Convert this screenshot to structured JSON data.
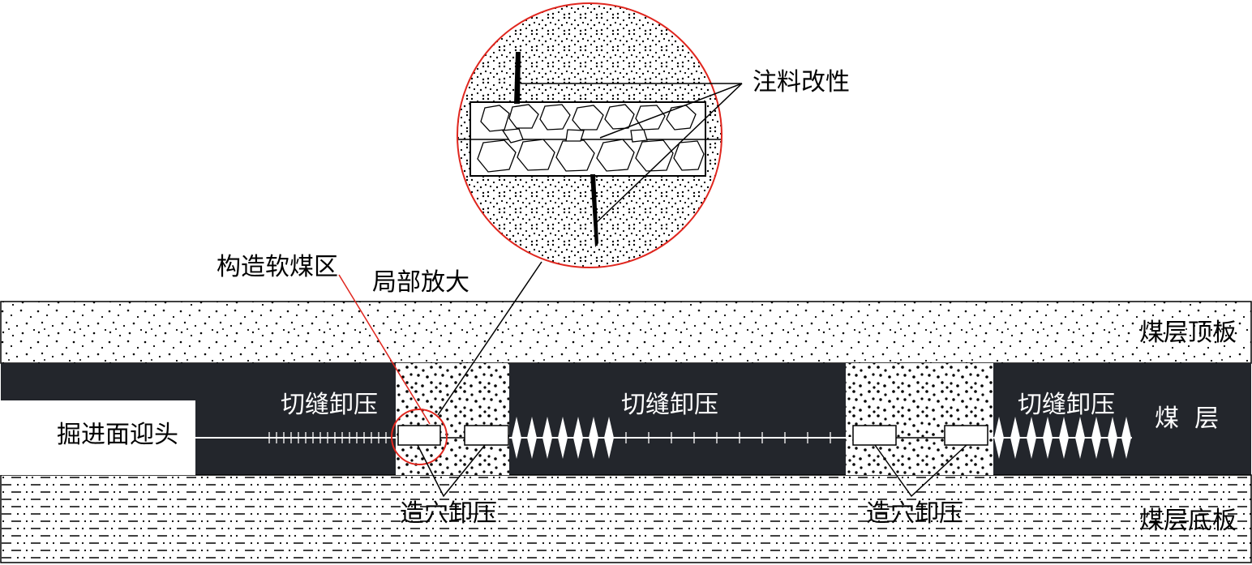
{
  "labels": {
    "grouting": "注料改性",
    "soft_coal_zone": "构造软煤区",
    "local_enlarge": "局部放大",
    "roof": "煤层顶板",
    "coal_seam": "煤  层",
    "floor": "煤层底板",
    "heading_face": "掘进面迎头",
    "slot_relief": "切缝卸压",
    "cavity_relief": "造穴卸压"
  },
  "colors": {
    "coal": "#23262c",
    "line": "#000000",
    "zoom_circle": "#e0261e",
    "background": "#ffffff"
  }
}
